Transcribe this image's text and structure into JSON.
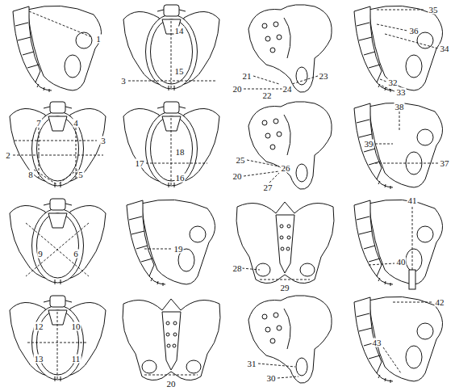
{
  "diagram": {
    "labels": [
      "1",
      "14",
      "3",
      "15",
      "21",
      "23",
      "20",
      "24",
      "22",
      "35",
      "36",
      "34",
      "32",
      "33",
      "7",
      "4",
      "3",
      "2",
      "8",
      "5",
      "17",
      "18",
      "16",
      "25",
      "20",
      "26",
      "27",
      "38",
      "39",
      "37",
      "9",
      "6",
      "19",
      "28",
      "29",
      "41",
      "40",
      "12",
      "10",
      "13",
      "11",
      "20",
      "31",
      "30",
      "42",
      "43"
    ]
  }
}
